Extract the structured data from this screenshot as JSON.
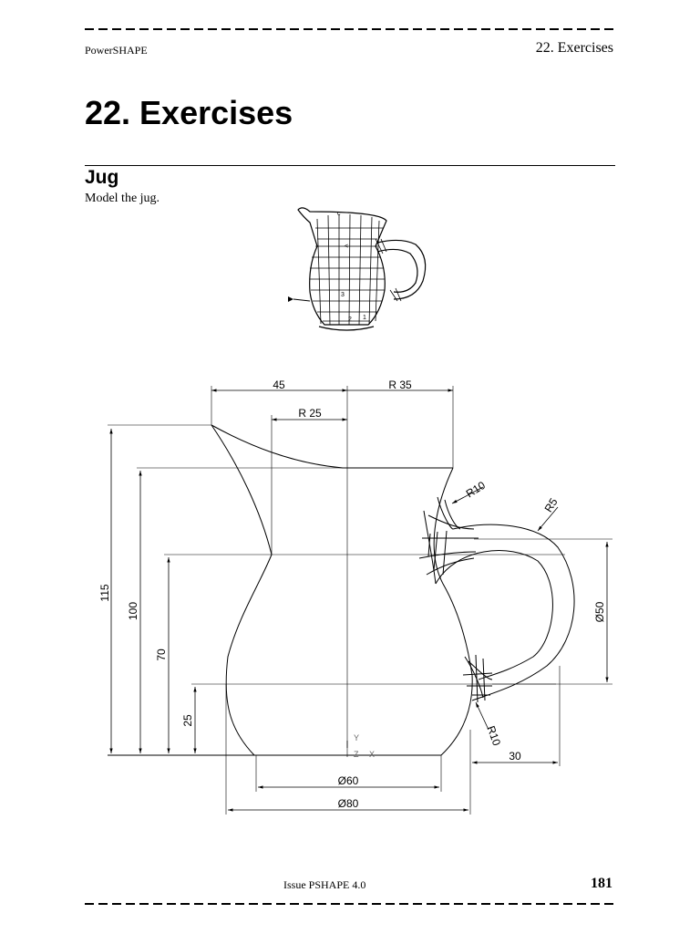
{
  "header": {
    "product": "PowerSHAPE",
    "chapter": "22. Exercises"
  },
  "chapter_title": "22. Exercises",
  "section": {
    "title": "Jug",
    "instruction": "Model the jug."
  },
  "drawing": {
    "dimensions": {
      "width_top": "45",
      "radius_top": "R 35",
      "radius_inner": "R 25",
      "height_total": "115",
      "height_rim": "100",
      "height_waist": "70",
      "height_base": "25",
      "handle_radius_top": "R10",
      "handle_radius_outer": "R5",
      "handle_radius_bottom": "R10",
      "handle_span": "Ø50",
      "handle_offset": "30",
      "base_diameter": "Ø60",
      "body_diameter": "Ø80"
    },
    "axes": {
      "y": "Y",
      "z": "Z",
      "x": "X"
    }
  },
  "footer": {
    "issue": "Issue PSHAPE 4.0",
    "page": "181"
  }
}
